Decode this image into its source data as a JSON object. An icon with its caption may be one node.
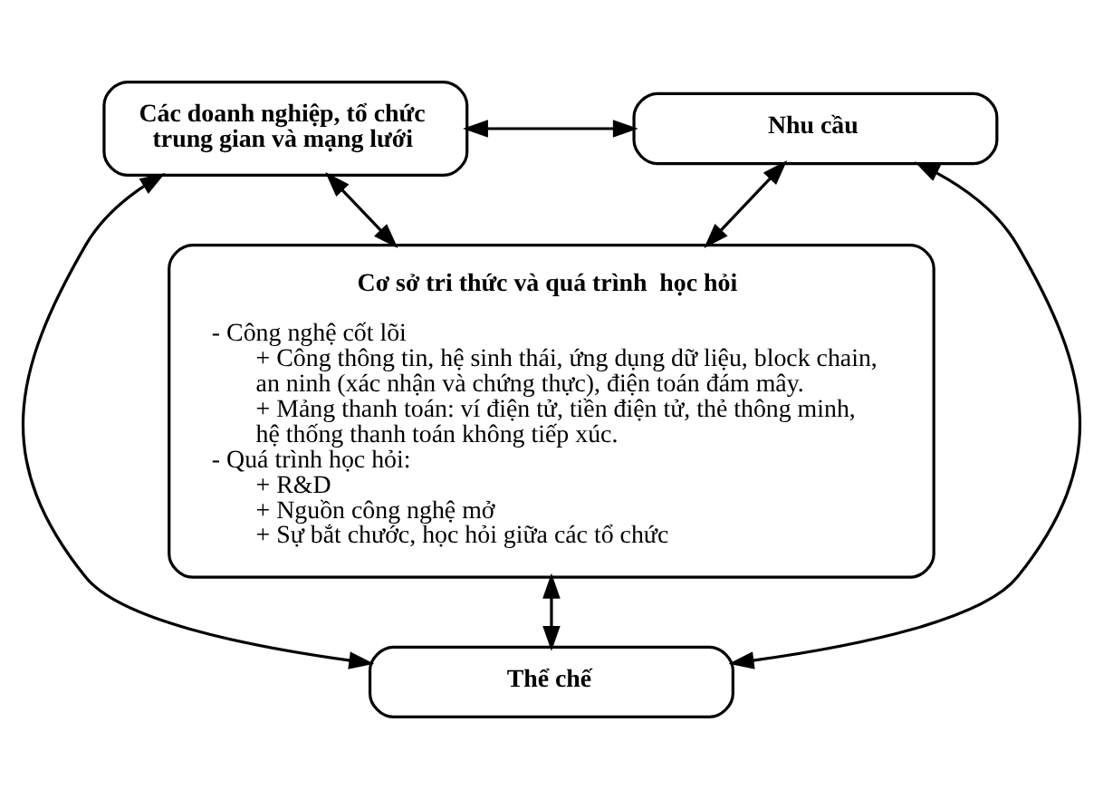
{
  "diagram": {
    "nodes": [
      {
        "text": [
          "Các doanh nghiệp, tổ chức trung gian và mạng lưới"
        ]
      },
      {
        "text": [
          "Nhu cầu"
        ]
      },
      {
        "text": [
          "Cơ sở tri thức và quá trình  học hỏi",
          "- Công nghệ cốt lõi",
          "+ Công thông tin, hệ sinh thái, ứng dụng dữ liệu, block chain, an ninh (xác nhận và chứng thực), điện toán đám mây.",
          "+ Mảng thanh toán: ví điện tử, tiền điện tử, thẻ thông minh, hệ thống thanh toán không tiếp xúc.",
          "- Quá trình học hỏi:",
          "+ R&D",
          "+ Nguồn công nghệ mở",
          "+ Sự bắt chước, học hỏi giữa các tổ chức"
        ]
      },
      {
        "text": [
          "Thể chế"
        ]
      }
    ],
    "edges": [
      {
        "from": 0,
        "to": 1,
        "arrow": "both"
      },
      {
        "from": 0,
        "to": 2,
        "arrow": "both"
      },
      {
        "from": 1,
        "to": 2,
        "arrow": "both"
      },
      {
        "from": 2,
        "to": 3,
        "arrow": "both"
      },
      {
        "from": 0,
        "to": 3,
        "arrow": "both"
      },
      {
        "from": 1,
        "to": 3,
        "arrow": "both"
      }
    ]
  }
}
